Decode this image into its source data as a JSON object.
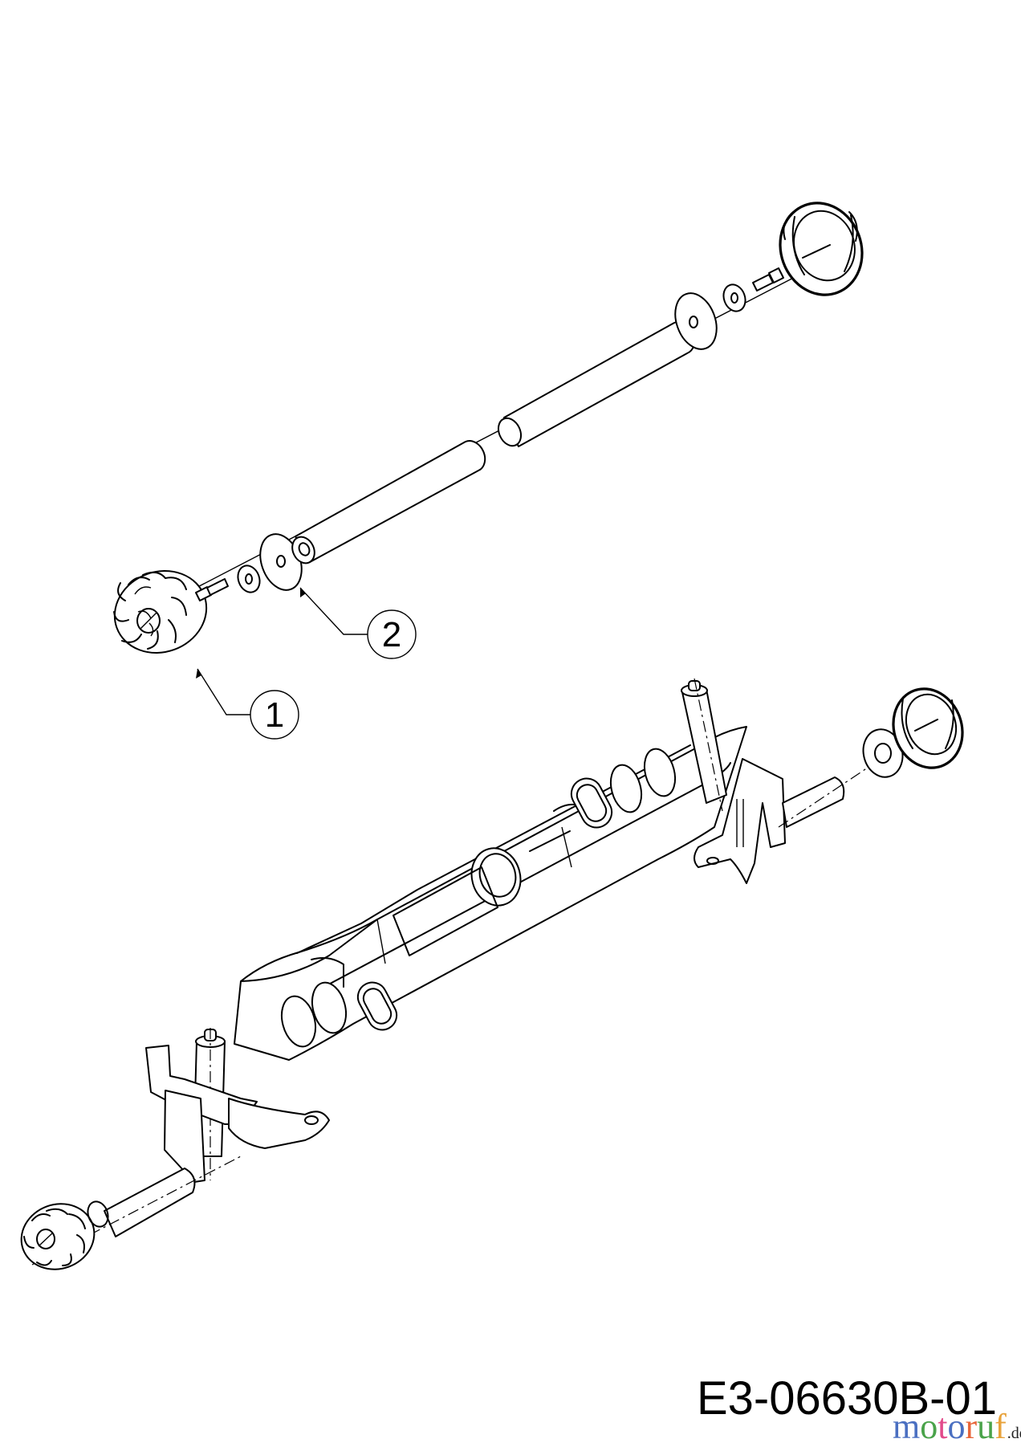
{
  "diagram": {
    "type": "exploded-parts-view",
    "subject": "front axle assembly with hubcaps, washers and axle tubes",
    "callouts": [
      {
        "number": "1",
        "label_target": "hubcap"
      },
      {
        "number": "2",
        "label_target": "washer"
      }
    ],
    "drawing_id": "E3-06630B-01",
    "watermark": {
      "letters": [
        "m",
        "o",
        "t",
        "o",
        "r",
        "u",
        "f"
      ],
      "colors": [
        "#4a6fc1",
        "#4aa34a",
        "#e24b8b",
        "#4a6fc1",
        "#e8663a",
        "#4aa34a",
        "#e8a23a"
      ],
      "suffix": ".de"
    }
  }
}
